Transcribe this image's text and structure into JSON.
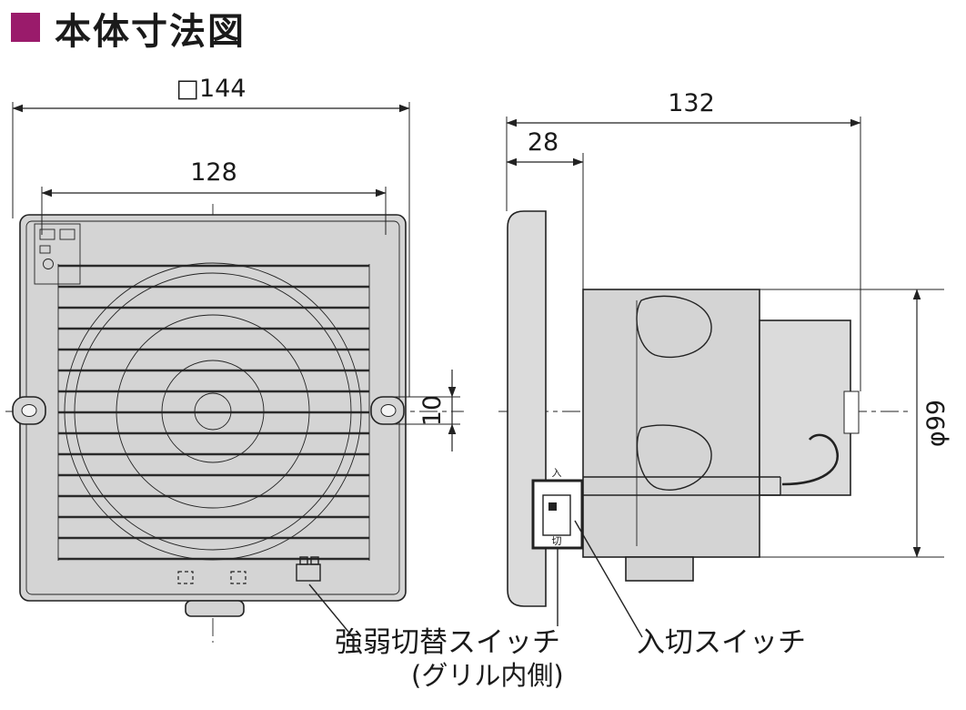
{
  "colors": {
    "accent": "#9a1b6b",
    "panel_fill": "#d4d4d4",
    "line": "#222222"
  },
  "header": {
    "title": "本体寸法図"
  },
  "front_view": {
    "dims": {
      "outer": "□144",
      "grille": "128",
      "tab": "10"
    }
  },
  "side_view": {
    "dims": {
      "depth": "132",
      "grille_depth": "28",
      "diameter": "φ99"
    },
    "switch": {
      "on": "入",
      "off": "切"
    }
  },
  "callouts": {
    "strength_switch": "強弱切替スイッチ",
    "strength_switch_note": "(グリル内側)",
    "power_switch": "入切スイッチ"
  }
}
